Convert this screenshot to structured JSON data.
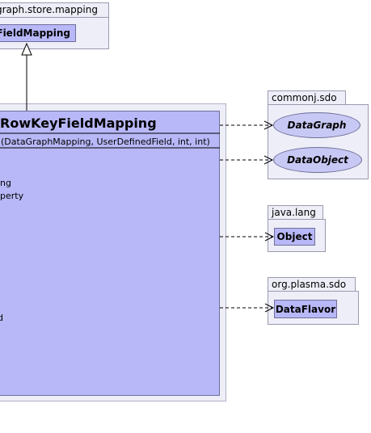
{
  "packages": {
    "store_mapping": {
      "tab": "graph.store.mapping",
      "class": "FieldMapping"
    },
    "commonj_sdo": {
      "tab": "commonj.sdo",
      "classes": [
        "DataGraph",
        "DataObject"
      ]
    },
    "java_lang": {
      "tab": "java.lang",
      "class": "Object"
    },
    "plasma_sdo": {
      "tab": "org.plasma.sdo",
      "class": "DataFlavor"
    }
  },
  "main_class": {
    "name": "RowKeyFieldMapping",
    "constructor": "(DataGraphMapping, UserDefinedField, int, int)",
    "attribute_fragments": [
      "ng",
      "perty",
      "d"
    ]
  },
  "colors": {
    "class_fill": "#b8b8f8",
    "interface_fill": "#c8c8f4",
    "package_fill": "#eeeef8",
    "line": "#000000"
  }
}
